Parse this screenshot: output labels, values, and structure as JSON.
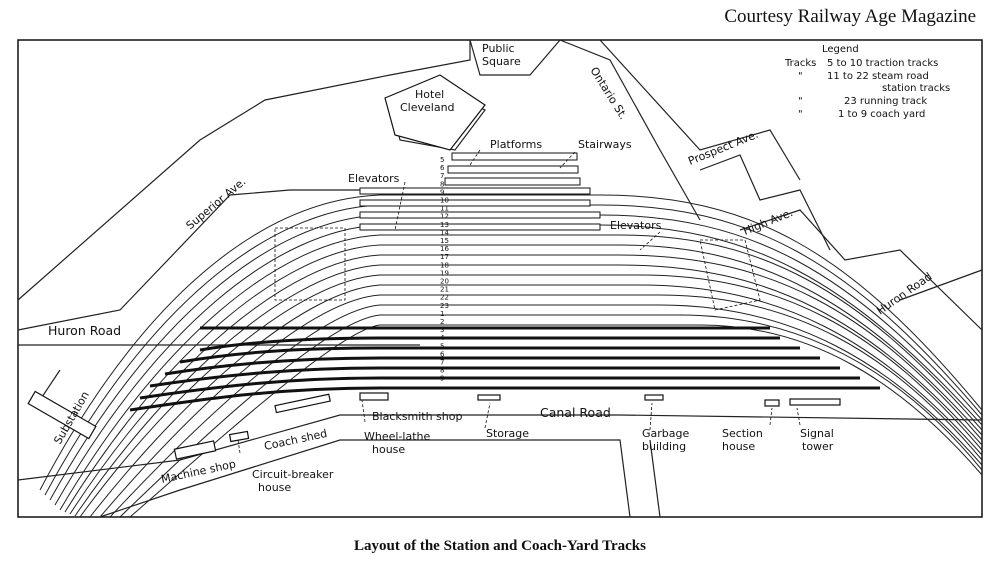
{
  "courtesy": "Courtesy Railway Age Magazine",
  "caption": "Layout of the Station and Coach-Yard Tracks",
  "legend": {
    "title": "Legend",
    "rows": [
      {
        "prefix": "Tracks",
        "text": "5 to 10  traction tracks"
      },
      {
        "prefix": "\"",
        "text": "11 to 22  steam road"
      },
      {
        "prefix": "",
        "text": "station tracks"
      },
      {
        "prefix": "\"",
        "text": "23  running track"
      },
      {
        "prefix": "\"",
        "text": "1 to 9  coach yard"
      }
    ]
  },
  "labels": {
    "public_square_1": "Public",
    "public_square_2": "Square",
    "hotel_1": "Hotel",
    "hotel_2": "Cleveland",
    "ontario": "Ontario St.",
    "prospect": "Prospect Ave.",
    "superior": "Superior Ave.",
    "high": "High Ave.",
    "huron_left": "Huron Road",
    "huron_right": "Huron Road",
    "platforms": "Platforms",
    "stairways": "Stairways",
    "elevators_left": "Elevators",
    "elevators_right": "Elevators",
    "substation": "Substation",
    "machine_shop": "Machine shop",
    "coach_shed": "Coach shed",
    "circuit_1": "Circuit-breaker",
    "circuit_2": "house",
    "blacksmith": "Blacksmith shop",
    "wheel_1": "Wheel-lathe",
    "wheel_2": "house",
    "canal": "Canal  Road",
    "storage": "Storage",
    "garbage_1": "Garbage",
    "garbage_2": "building",
    "section_1": "Section",
    "section_2": "house",
    "signal_1": "Signal",
    "signal_2": "tower"
  },
  "track_numbers": [
    "5",
    "6",
    "7",
    "8",
    "9",
    "10",
    "11",
    "12",
    "13",
    "14",
    "15",
    "16",
    "17",
    "18",
    "19",
    "20",
    "21",
    "22",
    "23",
    "1",
    "2",
    "3",
    "4",
    "5",
    "6",
    "7",
    "8",
    "9"
  ]
}
